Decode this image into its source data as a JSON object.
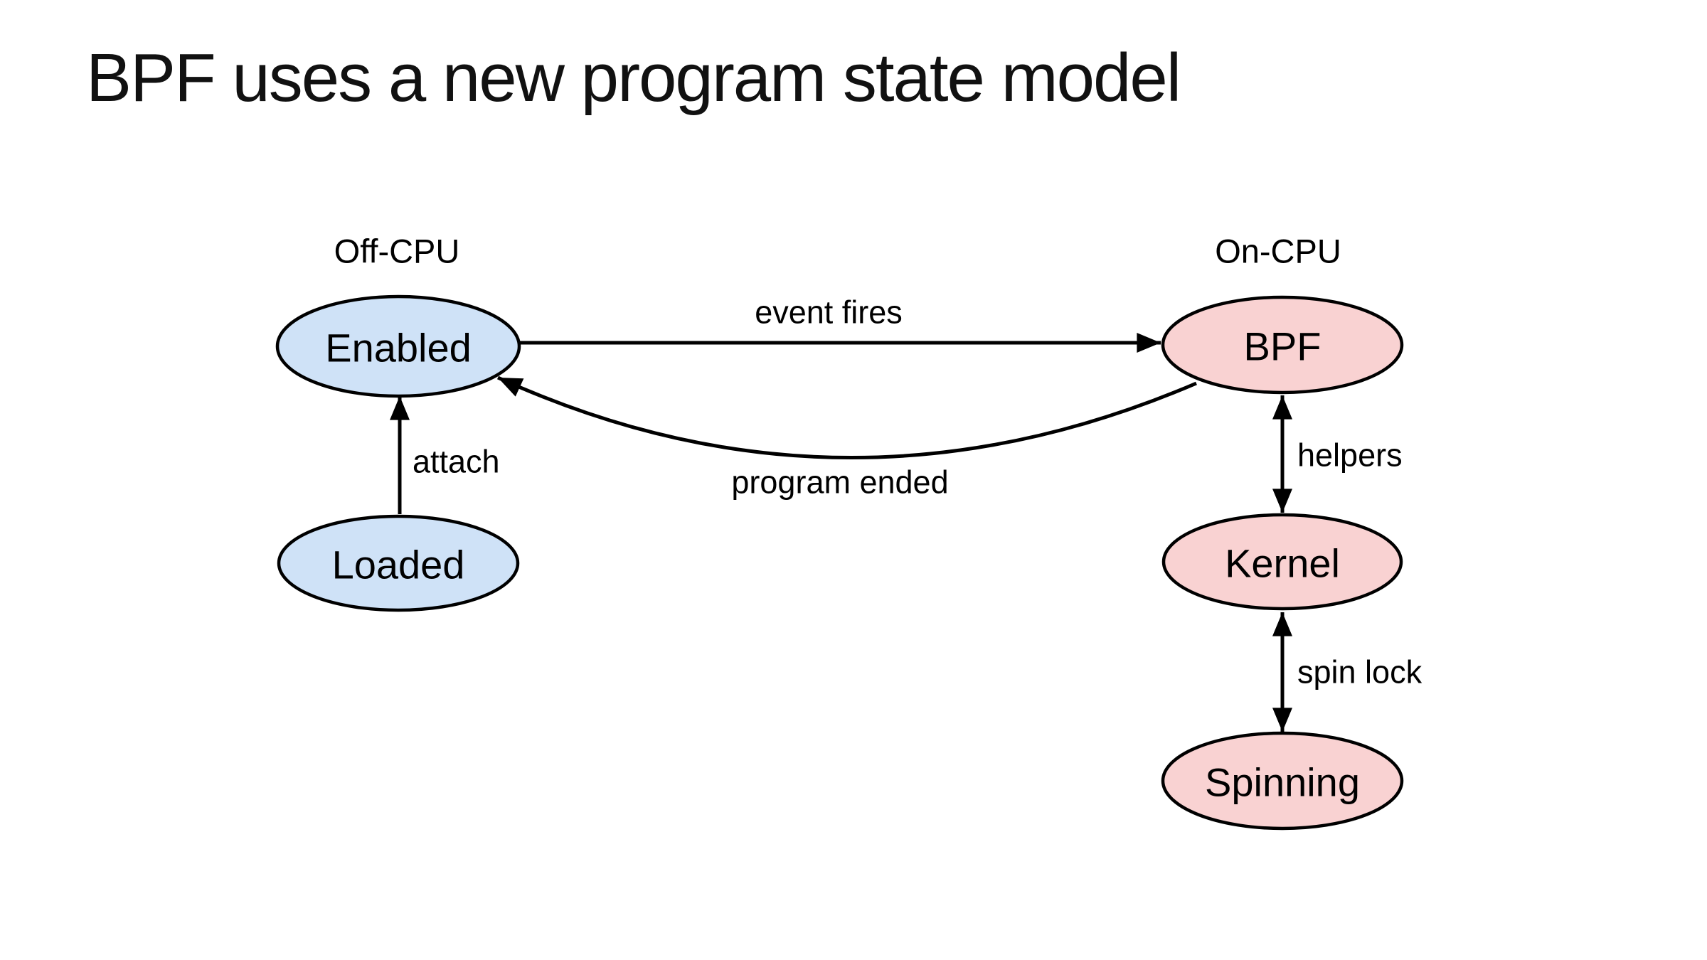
{
  "title": "BPF uses a new program state model",
  "colors": {
    "background": "#ffffff",
    "node_fill_blue": "#cfe2f7",
    "node_fill_pink": "#f9d2d2",
    "stroke": "#000000",
    "text": "#111111"
  },
  "diagram": {
    "region_labels": [
      {
        "label": "Off-CPU"
      },
      {
        "label": "On-CPU"
      }
    ],
    "nodes": [
      {
        "id": "enabled",
        "label": "Enabled",
        "group": "off-cpu"
      },
      {
        "id": "loaded",
        "label": "Loaded",
        "group": "off-cpu"
      },
      {
        "id": "bpf",
        "label": "BPF",
        "group": "on-cpu"
      },
      {
        "id": "kernel",
        "label": "Kernel",
        "group": "on-cpu"
      },
      {
        "id": "spinning",
        "label": "Spinning",
        "group": "on-cpu"
      }
    ],
    "edges": [
      {
        "label": "event fires",
        "from": "enabled",
        "to": "bpf",
        "direction": "one-way"
      },
      {
        "label": "program ended",
        "from": "bpf",
        "to": "enabled",
        "direction": "one-way"
      },
      {
        "label": "attach",
        "from": "loaded",
        "to": "enabled",
        "direction": "one-way"
      },
      {
        "label": "helpers",
        "from": "bpf",
        "to": "kernel",
        "direction": "two-way"
      },
      {
        "label": "spin lock",
        "from": "kernel",
        "to": "spinning",
        "direction": "two-way"
      }
    ]
  }
}
